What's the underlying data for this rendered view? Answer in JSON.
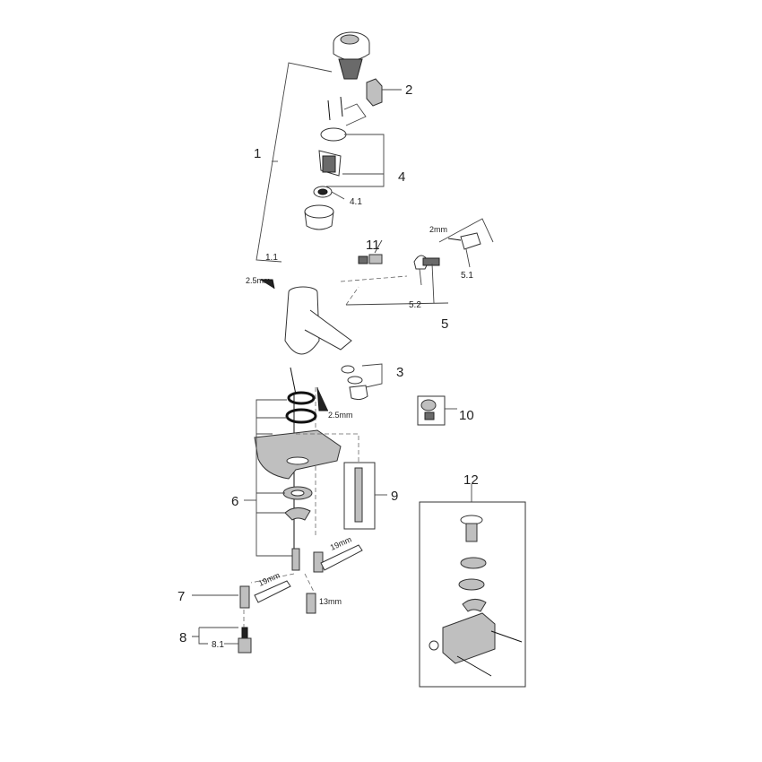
{
  "callouts": {
    "c1": "1",
    "c1_1": "1.1",
    "c2": "2",
    "c3": "3",
    "c4": "4",
    "c4_1": "4.1",
    "c5": "5",
    "c5_1": "5.1",
    "c5_2": "5.2",
    "c6": "6",
    "c7": "7",
    "c8": "8",
    "c8_1": "8.1",
    "c9": "9",
    "c10": "10",
    "c11": "11",
    "c12": "12"
  },
  "tools": {
    "hex_key_a": "2.5mm",
    "hex_key_b": "2mm",
    "hex_key_c": "2.5mm",
    "wrench_a": "19mm",
    "wrench_b": "19mm",
    "socket": "13mm"
  }
}
